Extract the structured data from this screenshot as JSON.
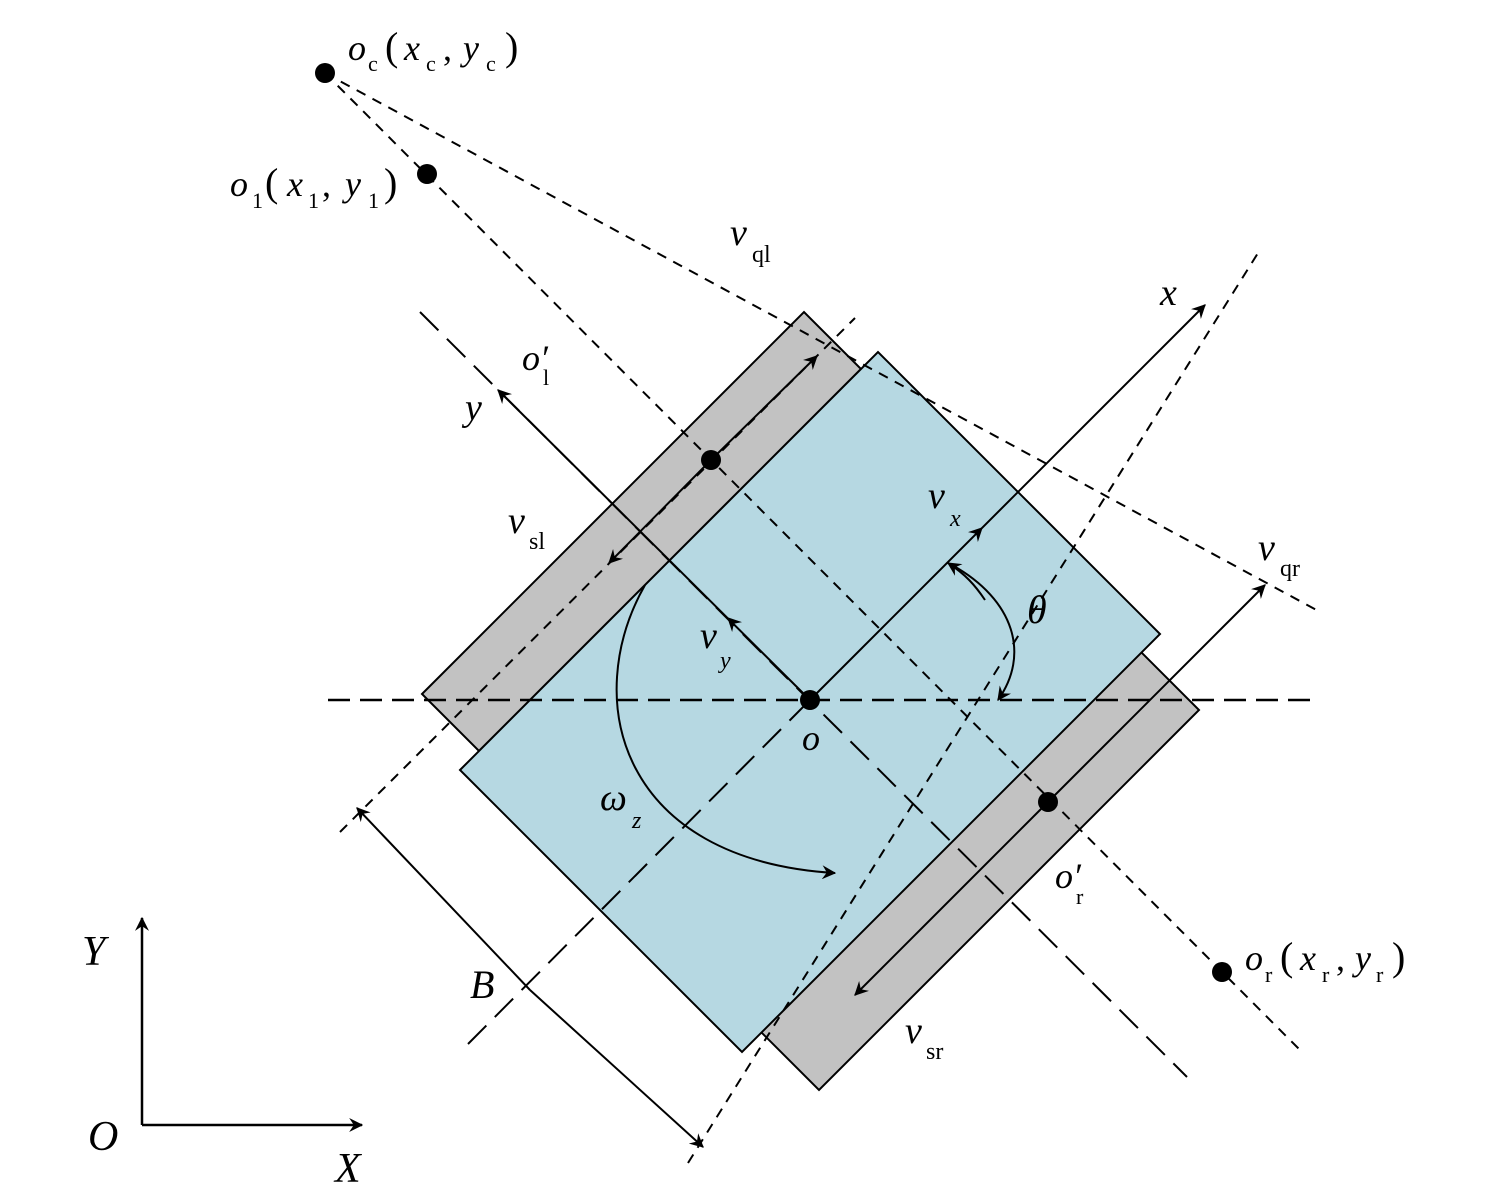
{
  "colors": {
    "body": "#b6d8e2",
    "track": "#c2c2c2",
    "stroke": "#000000"
  },
  "labels": {
    "oc_main": "o",
    "oc_sub": "c",
    "oc_coord_x": "x",
    "oc_coord_xsub": "c",
    "oc_coord_y": "y",
    "oc_coord_ysub": "c",
    "o1_main": "o",
    "o1_sub": "1",
    "o1_coord_x": "x",
    "o1_coord_xsub": "1",
    "o1_coord_y": "y",
    "o1_coord_ysub": "1",
    "or_main": "o",
    "or_sub": "r",
    "or_coord_x": "x",
    "or_coord_xsub": "r",
    "or_coord_y": "y",
    "or_coord_ysub": "r",
    "v_ql": "v",
    "v_ql_sub": "ql",
    "v_qr": "v",
    "v_qr_sub": "qr",
    "v_sl": "v",
    "v_sl_sub": "sl",
    "v_sr": "v",
    "v_sr_sub": "sr",
    "v_x": "v",
    "v_x_sub": "x",
    "v_y": "v",
    "v_y_sub": "y",
    "o_l_prime": "o′",
    "o_l_prime_sub": "l",
    "o_r_prime": "o′",
    "o_r_prime_sub": "r",
    "axis_x": "x",
    "axis_y": "y",
    "theta": "θ",
    "omega": "ω",
    "omega_sub": "z",
    "center_o": "o",
    "width_B": "B",
    "global_X": "X",
    "global_Y": "Y",
    "global_O": "O",
    "paren_open": "(",
    "paren_close": ")",
    "comma": ","
  }
}
